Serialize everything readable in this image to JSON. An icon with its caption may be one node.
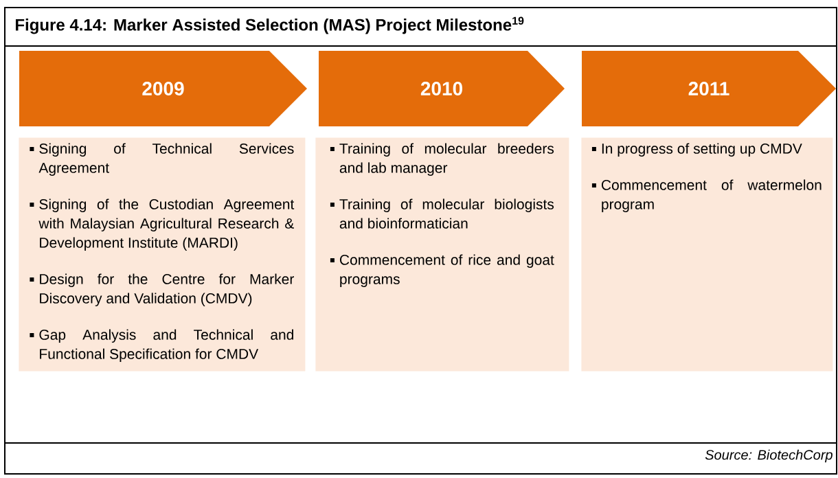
{
  "diagram": {
    "title": "Figure 4.14: Marker Assisted Selection (MAS) Project Milestone$^{19}$",
    "nodes": [
      {
        "text": [
          "2009"
        ]
      },
      {
        "text": [
          "Signing of Technical Services Agreement",
          "Signing of the Custodian Agreement with Malaysian Agricultural Research & Development Institute (MARDI)",
          "Design for the Centre for Marker Discovery and Validation (CMDV)",
          "Gap Analysis and Technical and Functional Specification for CMDV"
        ]
      },
      {
        "text": [
          "2010"
        ]
      },
      {
        "text": [
          "Training of molecular breeders and lab manager",
          "Training of molecular biologists and bioinformatician",
          "Commencement of rice and goat programs"
        ]
      },
      {
        "text": [
          "2011"
        ]
      },
      {
        "text": [
          "In progress of setting up CMDV",
          "Commencement of watermelon program"
        ]
      }
    ],
    "labels": [
      "Source: BiotechCorp"
    ]
  }
}
